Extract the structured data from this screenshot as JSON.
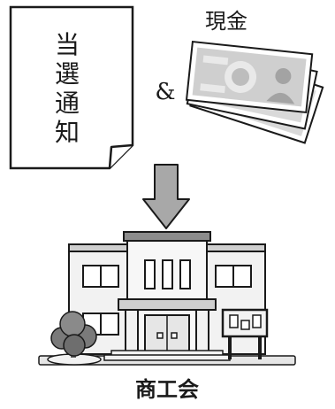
{
  "notice": {
    "text": "当選通知",
    "chars": [
      "当",
      "選",
      "通",
      "知"
    ]
  },
  "cash_label": "現金",
  "ampersand": "&",
  "destination_label": "商工会",
  "icons": {
    "notice": "document-icon",
    "cash": "banknotes-icon",
    "arrow": "arrow-down-icon",
    "building": "chamber-of-commerce-building-icon",
    "tree": "tree-icon",
    "board": "notice-board-icon"
  },
  "colors": {
    "ink": "#1a1a1a",
    "arrow_fill": "#a8a8a8",
    "wall": "#f2f2f2",
    "wall_shade": "#cfcfcf",
    "roof": "#8c8c8c",
    "tree": "#7a7a7a",
    "ground": "#e6e6e6"
  }
}
